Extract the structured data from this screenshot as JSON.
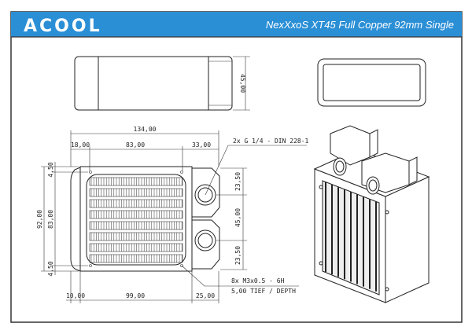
{
  "header": {
    "logo": "ACOOL",
    "title": "NexXxoS XT45 Full Copper 92mm Single",
    "bar_color": "#2b8fd6"
  },
  "side_view": {
    "height": "45,00"
  },
  "front_view": {
    "overall_width": "134,00",
    "left_offset": "18,00",
    "hole_spacing_x": "83,00",
    "right_offset": "33,00",
    "overall_height": "92,00",
    "hole_spacing_y": "83,00",
    "top_margin": "4,50",
    "bottom_margin": "4,50",
    "port_top": "23,50",
    "port_spacing": "45,00",
    "port_bottom": "23,50",
    "bottom_left": "10,00",
    "bottom_core": "99,00",
    "bottom_right": "25,00",
    "port_note": "2x G 1/4 - DIN 228-1",
    "thread_note_1": "8x M3x0.5 - 6H",
    "thread_note_2": "5,00 TIEF / DEPTH"
  }
}
